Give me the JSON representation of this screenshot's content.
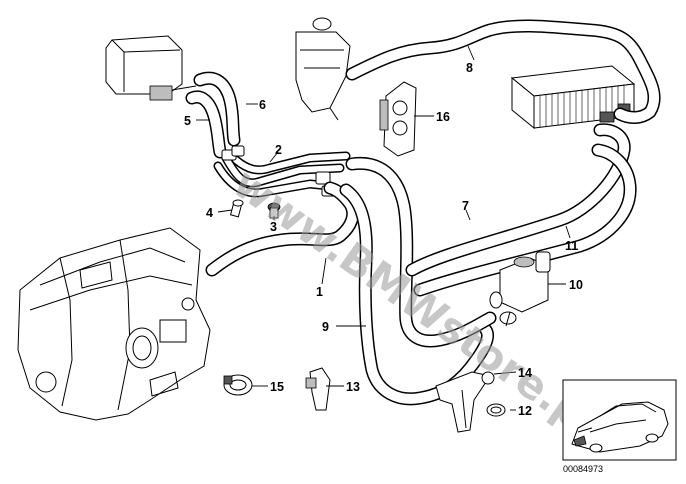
{
  "diagram": {
    "watermark": "www.BMWstore.pl",
    "document_number": "00084973",
    "callouts": [
      {
        "id": "1",
        "label": "1"
      },
      {
        "id": "2",
        "label": "2"
      },
      {
        "id": "3",
        "label": "3"
      },
      {
        "id": "4",
        "label": "4"
      },
      {
        "id": "5",
        "label": "5"
      },
      {
        "id": "6",
        "label": "6"
      },
      {
        "id": "7",
        "label": "7"
      },
      {
        "id": "8",
        "label": "8"
      },
      {
        "id": "9",
        "label": "9"
      },
      {
        "id": "10",
        "label": "10"
      },
      {
        "id": "11",
        "label": "11"
      },
      {
        "id": "12",
        "label": "12"
      },
      {
        "id": "13",
        "label": "13"
      },
      {
        "id": "14",
        "label": "14"
      },
      {
        "id": "15",
        "label": "15"
      },
      {
        "id": "16",
        "label": "16"
      }
    ]
  }
}
